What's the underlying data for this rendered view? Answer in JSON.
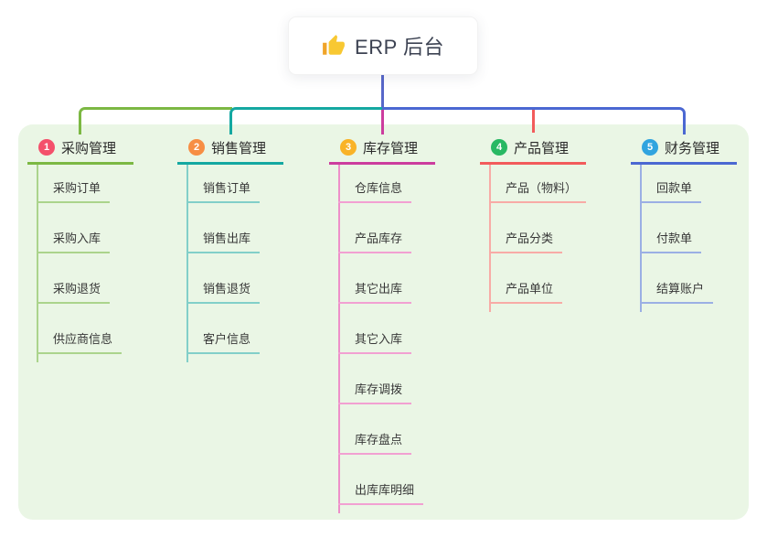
{
  "root": {
    "icon": "thumbs-up-icon",
    "label": "ERP 后台"
  },
  "canvas": {
    "background": "#FFFFFF",
    "panel_color": "#EAF6E5",
    "stem_color": "#5767C9"
  },
  "branches": [
    {
      "num": "1",
      "label": "采购管理",
      "badge_color": "#F4506B",
      "line_color": "#7CB843",
      "child_line_color": "#ABD48C",
      "children": [
        "采购订单",
        "采购入库",
        "采购退货",
        "供应商信息"
      ]
    },
    {
      "num": "2",
      "label": "销售管理",
      "badge_color": "#F78E44",
      "line_color": "#14A8A1",
      "child_line_color": "#82CFC9",
      "children": [
        "销售订单",
        "销售出库",
        "销售退货",
        "客户信息"
      ]
    },
    {
      "num": "3",
      "label": "库存管理",
      "badge_color": "#F9B327",
      "line_color": "#CC3D9E",
      "child_line_color": "#F2A0D2",
      "children": [
        "仓库信息",
        "产品库存",
        "其它出库",
        "其它入库",
        "库存调拨",
        "库存盘点",
        "出库库明细"
      ]
    },
    {
      "num": "4",
      "label": "产品管理",
      "badge_color": "#28B863",
      "line_color": "#F25B5B",
      "child_line_color": "#F8ABA6",
      "children": [
        "产品（物料）",
        "产品分类",
        "产品单位"
      ]
    },
    {
      "num": "5",
      "label": "财务管理",
      "badge_color": "#31A4DF",
      "line_color": "#4B68D2",
      "child_line_color": "#9BAFE4",
      "children": [
        "回款单",
        "付款单",
        "结算账户"
      ]
    }
  ]
}
